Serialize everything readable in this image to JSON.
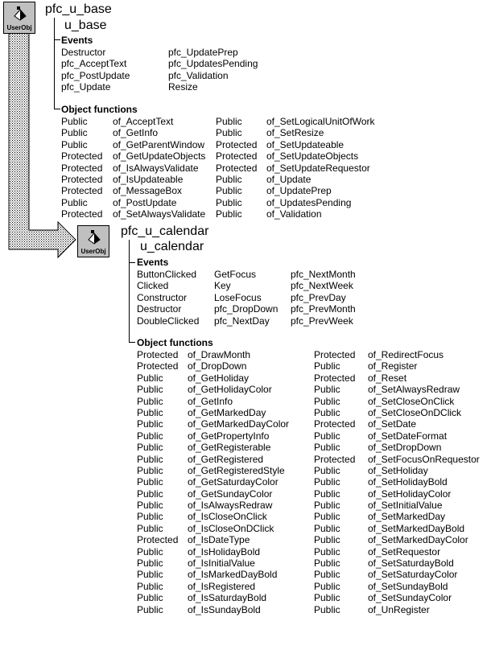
{
  "base": {
    "icon_caption": "UserObj",
    "icon": "userobj-icon",
    "title": "pfc_u_base",
    "subtitle": "u_base",
    "events_header": "Events",
    "events": [
      "Destructor",
      "pfc_UpdatePrep",
      "pfc_AcceptText",
      "pfc_UpdatesPending",
      "pfc_PostUpdate",
      "pfc_Validation",
      "pfc_Update",
      "Resize"
    ],
    "functions_header": "Object functions",
    "functions": [
      "Public",
      "of_AcceptText",
      "Public",
      "of_SetLogicalUnitOfWork",
      "Public",
      "of_GetInfo",
      "Public",
      "of_SetResize",
      "Public",
      "of_GetParentWindow",
      "Protected",
      "of_SetUpdateable",
      "Protected",
      "of_GetUpdateObjects",
      "Protected",
      "of_SetUpdateObjects",
      "Protected",
      "of_IsAlwaysValidate",
      "Protected",
      "of_SetUpdateRequestor",
      "Protected",
      "of_IsUpdateable",
      "Public",
      "of_Update",
      "Protected",
      "of_MessageBox",
      "Public",
      "of_UpdatePrep",
      "Public",
      "of_PostUpdate",
      "Public",
      "of_UpdatesPending",
      "Protected",
      "of_SetAlwaysValidate",
      "Public",
      "of_Validation"
    ]
  },
  "calendar": {
    "icon_caption": "UserObj",
    "icon": "userobj-icon",
    "title": "pfc_u_calendar",
    "subtitle": "u_calendar",
    "events_header": "Events",
    "events": [
      "ButtonClicked",
      "GetFocus",
      "pfc_NextMonth",
      "Clicked",
      "Key",
      "pfc_NextWeek",
      "Constructor",
      "LoseFocus",
      "pfc_PrevDay",
      "Destructor",
      "pfc_DropDown",
      "pfc_PrevMonth",
      "DoubleClicked",
      "pfc_NextDay",
      "pfc_PrevWeek"
    ],
    "functions_header": "Object functions",
    "functions": [
      "Protected",
      "of_DrawMonth",
      "Protected",
      "of_RedirectFocus",
      "Protected",
      "of_DropDown",
      "Public",
      "of_Register",
      "Public",
      "of_GetHoliday",
      "Protected",
      "of_Reset",
      "Public",
      "of_GetHolidayColor",
      "Public",
      "of_SetAlwaysRedraw",
      "Public",
      "of_GetInfo",
      "Public",
      "of_SetCloseOnClick",
      "Public",
      "of_GetMarkedDay",
      "Public",
      "of_SetCloseOnDClick",
      "Public",
      "of_GetMarkedDayColor",
      "Protected",
      "of_SetDate",
      "Public",
      "of_GetPropertyInfo",
      "Public",
      "of_SetDateFormat",
      "Public",
      "of_GetRegisterable",
      "Public",
      "of_SetDropDown",
      "Public",
      "of_GetRegistered",
      "Protected",
      "of_SetFocusOnRequestor",
      "Public",
      "of_GetRegisteredStyle",
      "Public",
      "of_SetHoliday",
      "Public",
      "of_GetSaturdayColor",
      "Public",
      "of_SetHolidayBold",
      "Public",
      "of_GetSundayColor",
      "Public",
      "of_SetHolidayColor",
      "Public",
      "of_IsAlwaysRedraw",
      "Public",
      "of_SetInitialValue",
      "Public",
      "of_IsCloseOnClick",
      "Public",
      "of_SetMarkedDay",
      "Public",
      "of_IsCloseOnDClick",
      "Public",
      "of_SetMarkedDayBold",
      "Protected",
      "of_IsDateType",
      "Public",
      "of_SetMarkedDayColor",
      "Public",
      "of_IsHolidayBold",
      "Public",
      "of_SetRequestor",
      "Public",
      "of_IsInitialValue",
      "Public",
      "of_SetSaturdayBold",
      "Public",
      "of_IsMarkedDayBold",
      "Public",
      "of_SetSaturdayColor",
      "Public",
      "of_IsRegistered",
      "Public",
      "of_SetSundayBold",
      "Public",
      "of_IsSaturdayBold",
      "Public",
      "of_SetSundayColor",
      "Public",
      "of_IsSundayBold",
      "Public",
      "of_UnRegister"
    ]
  }
}
